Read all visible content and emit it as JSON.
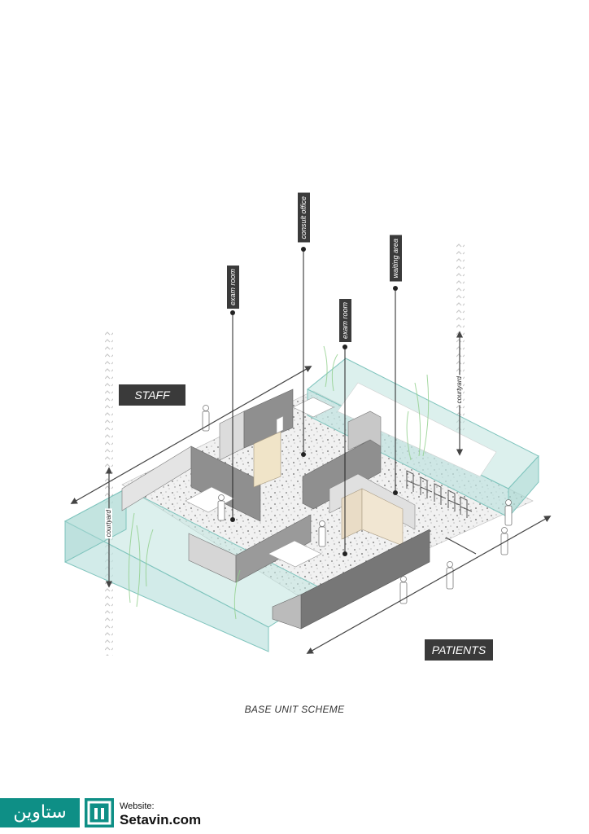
{
  "labels": {
    "consult_office": "consult office",
    "exam_room_left": "exam room",
    "exam_room_right": "exam room",
    "waiting_area": "waiting area",
    "courtyard_left": "courtyard",
    "courtyard_right": "courtyard"
  },
  "tags": {
    "staff": "STAFF",
    "patients": "PATIENTS"
  },
  "caption": "BASE UNIT SCHEME",
  "footer": {
    "logo_text": "ستاوین",
    "website_label": "Website:",
    "website_url": "Setavin.com"
  },
  "colors": {
    "glass": "#bfe3df",
    "glass_edge": "#7fc4bd",
    "wall_dark": "#8a8a8a",
    "wall_light": "#d6d6d6",
    "label_bg": "#3a3a3a",
    "brand": "#0e8f86"
  }
}
